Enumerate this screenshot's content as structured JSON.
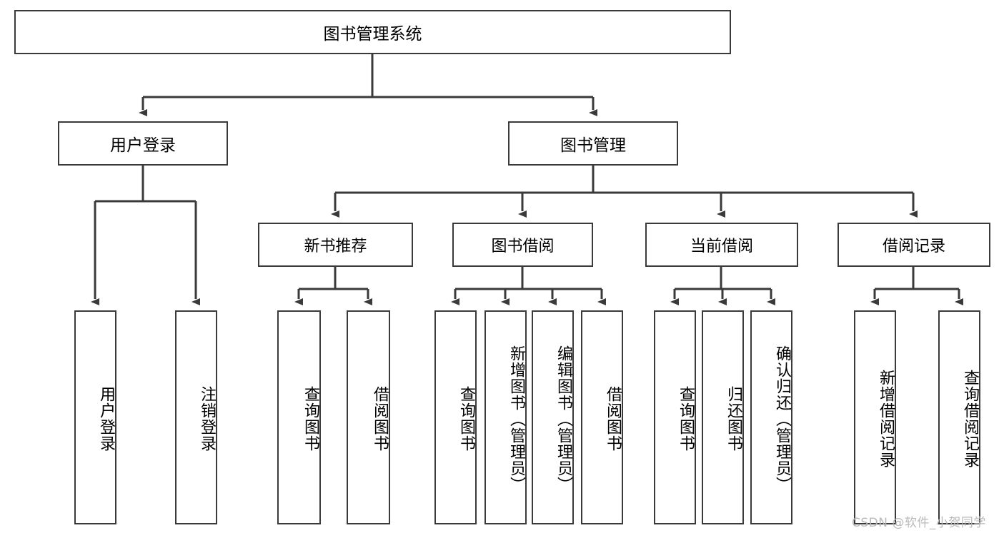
{
  "diagram": {
    "title": "图书管理系统",
    "type": "tree",
    "stroke_color": "#3a3a3a",
    "background_color": "#ffffff",
    "text_color": "#000000",
    "root": {
      "label": "图书管理系统"
    },
    "level2": [
      {
        "label": "用户登录"
      },
      {
        "label": "图书管理"
      }
    ],
    "level3": [
      {
        "label": "新书推荐"
      },
      {
        "label": "图书借阅"
      },
      {
        "label": "当前借阅"
      },
      {
        "label": "借阅记录"
      }
    ],
    "leaves": {
      "user_login": [
        {
          "label": "用户登录"
        },
        {
          "label": "注销登录"
        }
      ],
      "new_book_recommend": [
        {
          "label": "查询图书"
        },
        {
          "label": "借阅图书"
        }
      ],
      "book_borrow": [
        {
          "label": "查询图书"
        },
        {
          "label": "新增图书（管理员）"
        },
        {
          "label": "编辑图书（管理员）"
        },
        {
          "label": "借阅图书"
        }
      ],
      "current_borrow": [
        {
          "label": "查询图书"
        },
        {
          "label": "归还图书"
        },
        {
          "label": "确认归还（管理员）"
        }
      ],
      "borrow_record": [
        {
          "label": "新增借阅记录"
        },
        {
          "label": "查询借阅记录"
        }
      ]
    }
  },
  "watermark": {
    "text": "CSDN @软件_小贺同学",
    "color": "#b9b9b9"
  }
}
